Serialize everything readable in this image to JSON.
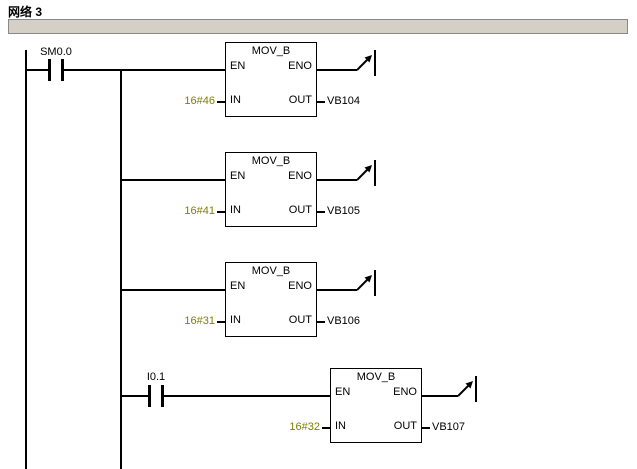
{
  "network": {
    "label": "网络 3",
    "comment": ""
  },
  "pin_labels": {
    "en": "EN",
    "eno": "ENO",
    "in": "IN",
    "out": "OUT"
  },
  "icons": {
    "open_wire_arrow": "⇥"
  },
  "colors": {
    "constant_text": "#808000",
    "operand_text": "#000000",
    "wire": "#000000",
    "comment_bar_bg": "#d4d0c8",
    "background": "#ffffff"
  },
  "rungs": [
    {
      "contact": "SM0.0",
      "block_title": "MOV_B",
      "in_value": "16#46",
      "out_value": "VB104"
    },
    {
      "block_title": "MOV_B",
      "in_value": "16#41",
      "out_value": "VB105"
    },
    {
      "block_title": "MOV_B",
      "in_value": "16#31",
      "out_value": "VB106"
    },
    {
      "contact": "I0.1",
      "block_title": "MOV_B",
      "in_value": "16#32",
      "out_value": "VB107"
    }
  ]
}
